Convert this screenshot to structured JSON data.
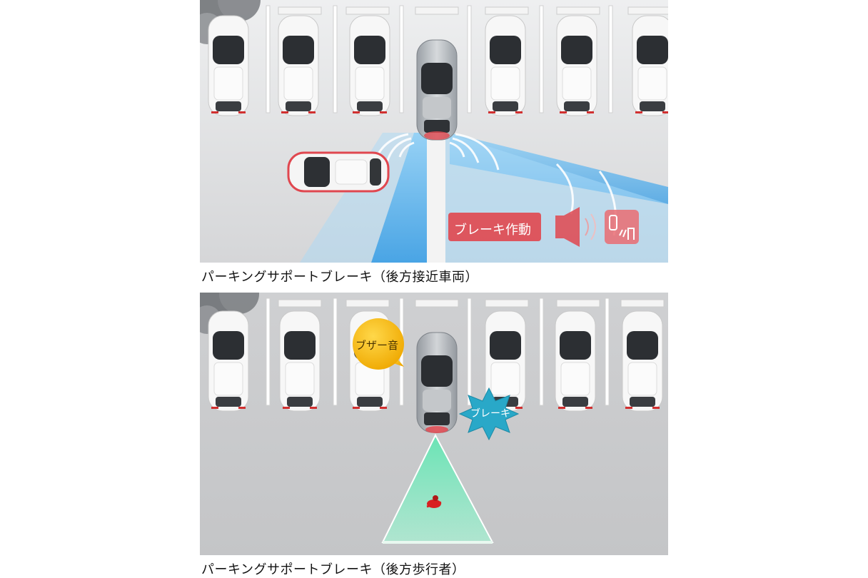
{
  "captions": {
    "top": "パーキングサポートブレーキ（後方接近車両）",
    "bottom": "パーキングサポートブレーキ（後方歩行者）"
  },
  "top_scene": {
    "alert_label": "ブレーキ作動",
    "speaker_icon": "speaker-icon",
    "parking_icon": "parking-sensor-icon",
    "colors": {
      "alert_red": "#e0474f",
      "radar_blue": "#5ab4ec",
      "ground": "#d8d9db"
    }
  },
  "bottom_scene": {
    "buzzer_label": "ブザー音",
    "brake_label": "ブレーキ",
    "colors": {
      "buzzer_yellow": "#f5b800",
      "brake_cyan": "#29a8c8",
      "detection_green": "#66e0b0",
      "ground": "#c8c9cb",
      "pedestrian_red": "#d82020"
    }
  }
}
